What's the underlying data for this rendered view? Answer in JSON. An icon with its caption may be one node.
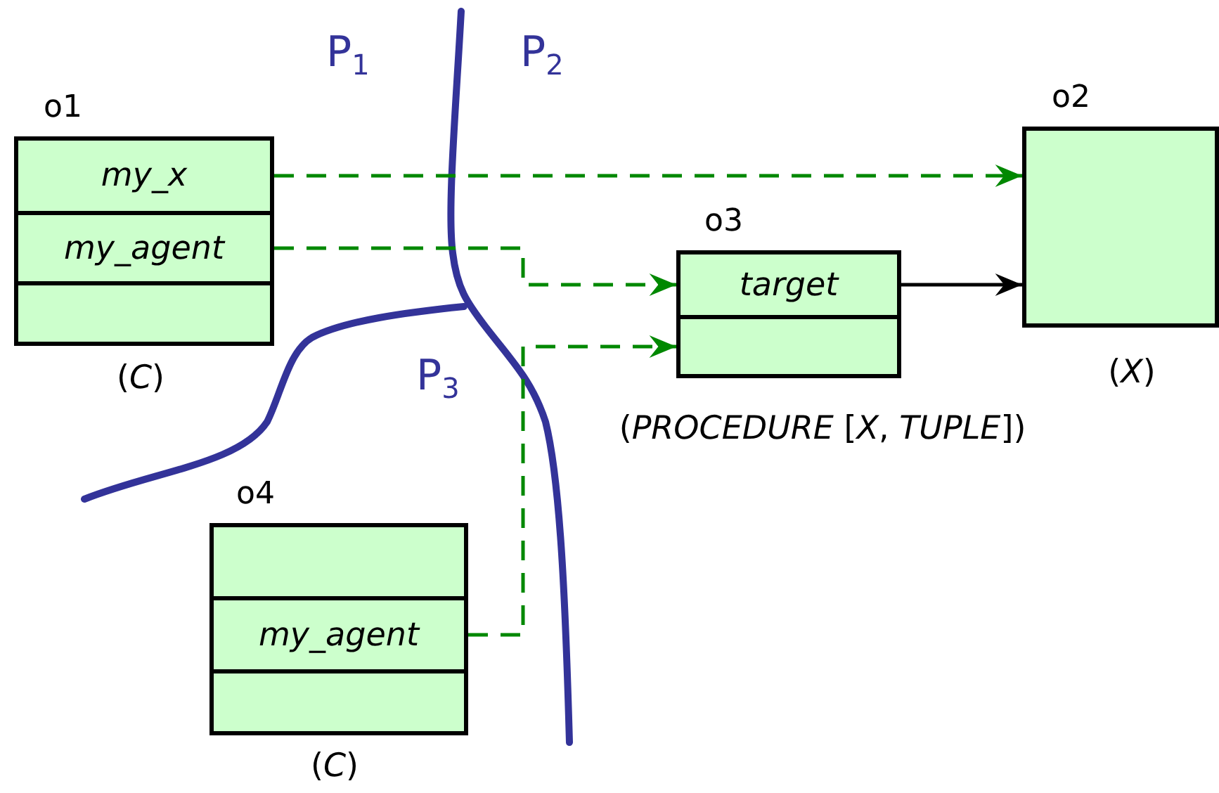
{
  "diagram": {
    "nodes": [
      {
        "text": [
          "o1"
        ],
        "beside": [
          "(*C*)"
        ]
      },
      {
        "text": [
          "my_x"
        ],
        "in": 0
      },
      {
        "text": [
          "my_agent"
        ],
        "in": 0
      },
      {
        "text": [],
        "shape": "box",
        "in": 0
      },
      {
        "text": [
          "o2"
        ],
        "beside": [
          "(*X*)"
        ]
      },
      {
        "text": [
          "o3"
        ],
        "beside": [
          "(*PROCEDURE* [*X*, *TUPLE*])"
        ]
      },
      {
        "text": [
          "target"
        ],
        "in": 5
      },
      {
        "text": [],
        "shape": "box",
        "in": 5
      },
      {
        "text": [
          "o4"
        ],
        "beside": [
          "(*C*)"
        ]
      },
      {
        "text": [],
        "shape": "box",
        "in": 8
      },
      {
        "text": [
          "my_agent"
        ],
        "in": 8
      },
      {
        "text": [],
        "shape": "box",
        "in": 8
      }
    ],
    "edges": [
      {
        "from": 1,
        "to": 4,
        "arrow": "to",
        "style": "dashed"
      },
      {
        "from": 2,
        "to": 6,
        "arrow": "to",
        "style": "dashed"
      },
      {
        "from": 10,
        "to": 7,
        "arrow": "to",
        "style": "dashed"
      },
      {
        "from": 6,
        "to": 4,
        "arrow": "to",
        "color": "#000000"
      }
    ],
    "labels": [
      "P$_{1}$",
      "P$_{2}$",
      "P$_{3}$"
    ]
  }
}
